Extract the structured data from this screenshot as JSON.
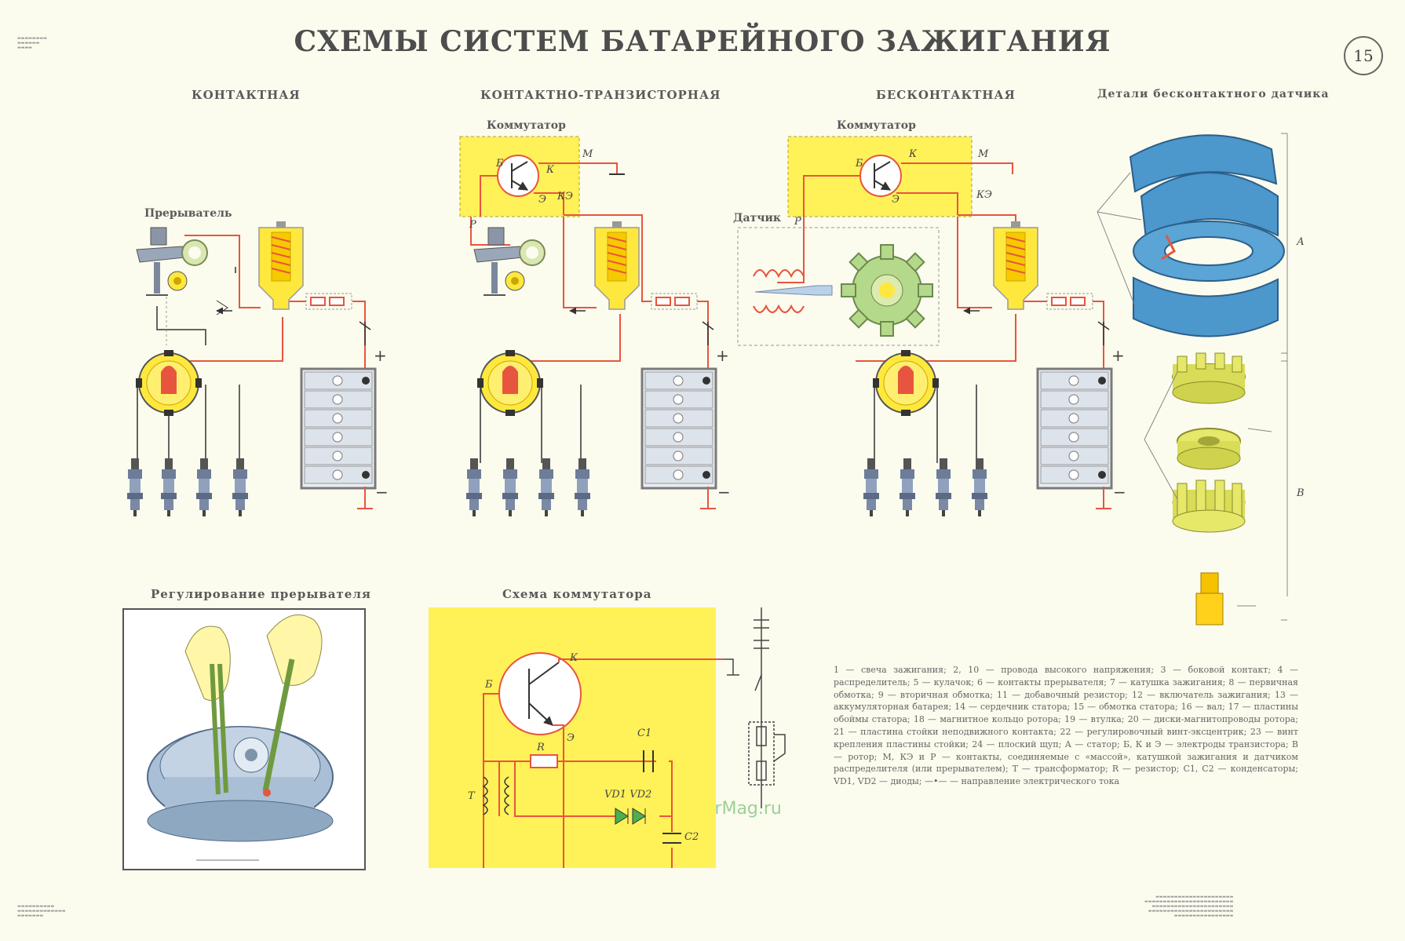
{
  "title": "СХЕМЫ СИСТЕМ БАТАРЕЙНОГО ЗАЖИГАНИЯ",
  "page_number": "15",
  "sections": {
    "contact": "КОНТАКТНАЯ",
    "contact_transistor": "КОНТАКТНО-ТРАНЗИСТОРНАЯ",
    "contactless": "БЕСКОНТАКТНАЯ",
    "sensor_parts": "Детали бесконтактного датчика",
    "breaker_adjustment": "Регулирование прерывателя",
    "commutator_scheme": "Схема коммутатора"
  },
  "labels": {
    "breaker": "Прерыватель",
    "commutator": "Коммутатор",
    "commutator2": "Коммутатор",
    "sensor": "Датчик",
    "plus": "+",
    "minus": "−"
  },
  "transistor_terminals": {
    "b": "Б",
    "k": "К",
    "e": "Э",
    "m": "М",
    "ke": "КЭ",
    "p": "Р"
  },
  "commutator_parts": {
    "k": "К",
    "e": "Б",
    "emitter": "Э",
    "r": "R",
    "c1": "C1",
    "c2": "C2",
    "vd": "VD1 VD2",
    "t": "T"
  },
  "sensor_parts_letters": {
    "a": "А",
    "v": "В"
  },
  "legend": "1 — свеча зажигания; 2, 10 — провода высокого напряжения; 3 — боковой контакт; 4 — распределитель; 5 — кулачок; 6 — контакты прерывателя; 7 — катушка зажигания; 8 — первичная обмотка; 9 — вторичная обмотка; 11 — добавочный резистор; 12 — включатель зажигания; 13 — аккумуляторная батарея; 14 — сердечник статора; 15 — обмотка статора; 16 — вал; 17 — пластины обоймы статора; 18 — магнитное кольцо ротора; 19 — втулка; 20 — диски-магнитопроводы ротора; 21 — пластина стойки неподвижного контакта; 22 — регулировочный винт-эксцентрик; 23 — винт крепления пластины стойки; 24 — плоский щуп; А — статор; Б, К и Э — электроды транзистора; В — ротор; М, КЭ и Р — контакты, соединяемые с «массой», катушкой зажигания и датчиком распределителя (или прерывателем); Т — трансформатор; R — резистор; C1, C2 — конденсаторы; VD1, VD2 — диоды; —•— — направление электрического тока",
  "watermark": "www.CentrMag.ru",
  "colors": {
    "yellow": "#fff158",
    "red": "#e8553f",
    "blue": "#4c97cc",
    "green": "#b5d98a",
    "gray": "#7f8a99"
  }
}
